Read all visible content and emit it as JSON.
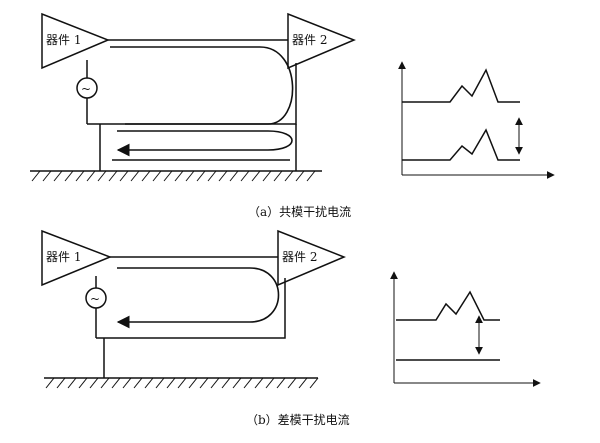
{
  "diagram_a": {
    "device1_label": "器件 1",
    "device2_label": "器件 2",
    "source_symbol": "~",
    "caption": "（a）共模干扰电流"
  },
  "diagram_b": {
    "device1_label": "器件 1",
    "device2_label": "器件 2",
    "source_symbol": "~",
    "caption": "（b）差模干扰电流"
  }
}
